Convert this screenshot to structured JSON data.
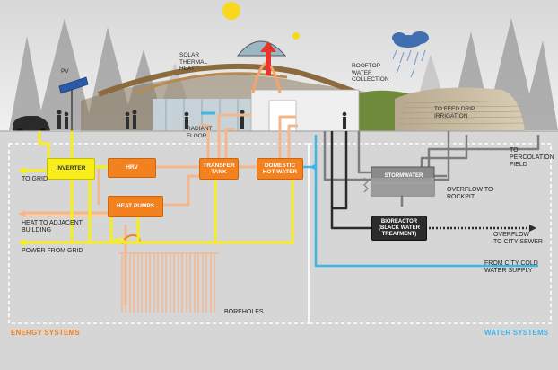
{
  "labels": {
    "pv": "PV",
    "solar_thermal_heat": "SOLAR\nTHERMAL\nHEAT",
    "radiant_floor": "RADIANT\nFLOOR",
    "rooftop_water_collection": "ROOFTOP\nWATER\nCOLLECTION",
    "to_feed_drip_irrigation": "TO FEED DRIP\nIRRIGATION",
    "to_percolation_field": "TO\nPERCOLATION\nFIELD",
    "to_grid": "TO GRID",
    "heat_to_adjacent_building": "HEAT TO ADJACENT\nBUILDING",
    "power_from_grid": "POWER FROM GRID",
    "boreholes": "BOREHOLES",
    "overflow_to_rockpit": "OVERFLOW TO\nROCKPIT",
    "overflow_to_city_sewer": "OVERFLOW\nTO CITY SEWER",
    "from_city_cold_water_supply": "FROM CITY COLD\nWATER SUPPLY"
  },
  "boxes": {
    "inverter": "INVERTER",
    "hrv": "HRV",
    "transfer_tank": "TRANSFER\nTANK",
    "domestic_hot_water": "DOMESTIC\nHOT WATER",
    "heat_pumps": "HEAT PUMPS",
    "stormwater": "STORMWATER",
    "bioreactor": "BIOREACTOR\n(BLACK WATER\nTREATMENT)"
  },
  "sections": {
    "energy_systems": "ENERGY SYSTEMS",
    "water_systems": "WATER SYSTEMS"
  },
  "colors": {
    "energy": "#f2811e",
    "power": "#f7ee1a",
    "heat_pipe": "#f4b78c",
    "water": "#3fb6e8",
    "waste": "#2b2b2b",
    "stormwater": "#7d7d7d",
    "ground": "#d6d6d6",
    "sky": "#e4e4e4"
  }
}
